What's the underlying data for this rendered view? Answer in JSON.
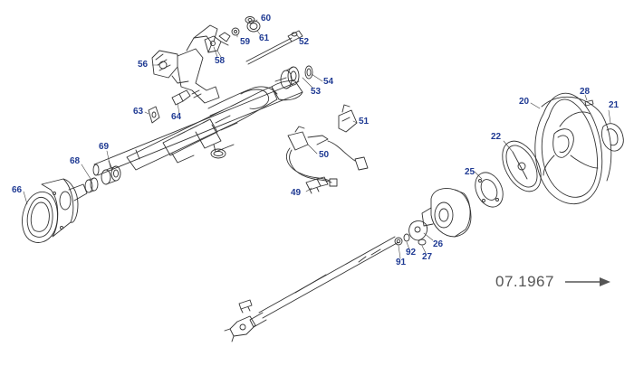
{
  "diagram": {
    "date_code": "07.1967",
    "label_color": "#1f3a93",
    "line_color": "#333333",
    "labels": [
      {
        "id": "60"
      },
      {
        "id": "59"
      },
      {
        "id": "61"
      },
      {
        "id": "52"
      },
      {
        "id": "58"
      },
      {
        "id": "56"
      },
      {
        "id": "54"
      },
      {
        "id": "53"
      },
      {
        "id": "63"
      },
      {
        "id": "64"
      },
      {
        "id": "51"
      },
      {
        "id": "69"
      },
      {
        "id": "68"
      },
      {
        "id": "50"
      },
      {
        "id": "66"
      },
      {
        "id": "49"
      },
      {
        "id": "28"
      },
      {
        "id": "20"
      },
      {
        "id": "21"
      },
      {
        "id": "22"
      },
      {
        "id": "25"
      },
      {
        "id": "26"
      },
      {
        "id": "92"
      },
      {
        "id": "27"
      },
      {
        "id": "91"
      }
    ]
  }
}
